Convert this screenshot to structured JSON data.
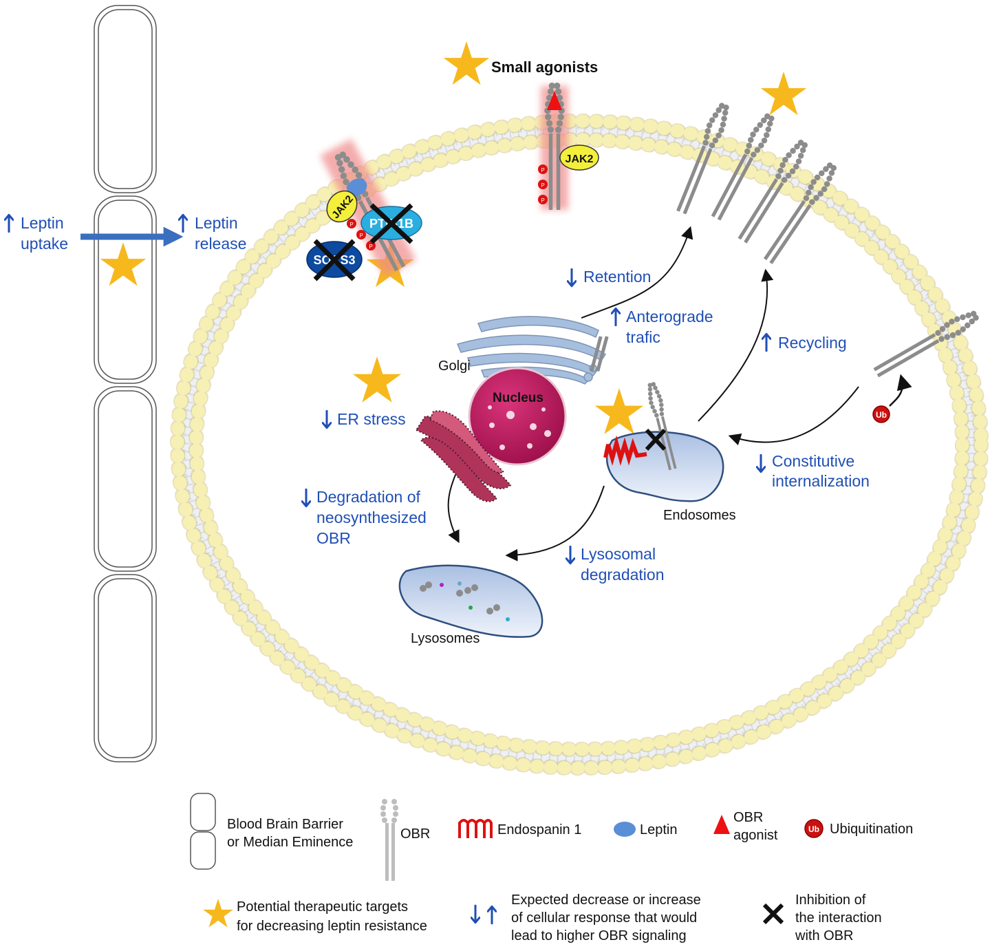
{
  "labels": {
    "small_agonists": "Small agonists",
    "jak2_top": "JAK2",
    "jak2_left": "JAK2",
    "ptp1b": "PTP-1B",
    "socs3": "SOCS3",
    "leptin_uptake_1": "Leptin",
    "leptin_uptake_2": "uptake",
    "leptin_release_1": "Leptin",
    "leptin_release_2": "release",
    "retention": "Retention",
    "anterograde_1": "Anterograde",
    "anterograde_2": "trafic",
    "recycling": "Recycling",
    "golgi": "Golgi",
    "nucleus": "Nucleus",
    "er_stress": "ER stress",
    "degradation_1": "Degradation of",
    "degradation_2": "neosynthesized",
    "degradation_3": "OBR",
    "constitutive_1": "Constitutive",
    "constitutive_2": "internalization",
    "endosomes": "Endosomes",
    "lysosomal_1": "Lysosomal",
    "lysosomal_2": "degradation",
    "lysosomes": "Lysosomes",
    "ub": "Ub",
    "p": "P"
  },
  "legend": {
    "bbb_1": "Blood Brain Barrier",
    "bbb_2": "or Median Eminence",
    "obr": "OBR",
    "endospanin": "Endospanin 1",
    "leptin": "Leptin",
    "agonist_1": "OBR",
    "agonist_2": "agonist",
    "ubiquitination": "Ubiquitination",
    "ub": "Ub",
    "targets_1": "Potential therapeutic targets",
    "targets_2": "for decreasing leptin resistance",
    "expected_1": "Expected decrease or increase",
    "expected_2": "of cellular response that would",
    "expected_3": "lead to higher OBR signaling",
    "inhibition_1": "Inhibition of",
    "inhibition_2": "the interaction",
    "inhibition_3": "with OBR"
  },
  "colors": {
    "star": "#f6b81d",
    "text_blue": "#1f4fb5",
    "membrane_head": "#f7f0b4",
    "receptor": "#8c8c8c",
    "jak2": "#f4ef3a",
    "ptp1b": "#2aaee0",
    "socs3": "#0d4aa0",
    "nucleus": "#c0185c",
    "ub": "#cc1111",
    "organelle": "#c5d6ee"
  }
}
